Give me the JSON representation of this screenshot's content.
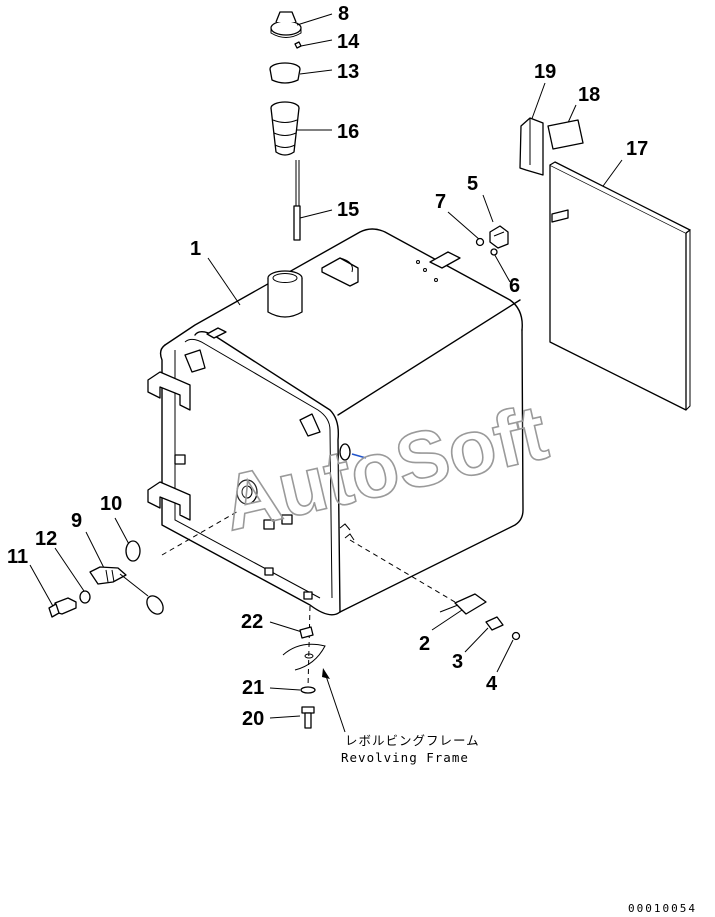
{
  "labels": {
    "p1": "1",
    "p2": "2",
    "p3": "3",
    "p4": "4",
    "p5": "5",
    "p6": "6",
    "p7": "7",
    "p8": "8",
    "p9": "9",
    "p10": "10",
    "p11": "11",
    "p12": "12",
    "p13": "13",
    "p14": "14",
    "p15": "15",
    "p16": "16",
    "p17": "17",
    "p18": "18",
    "p19": "19",
    "p20": "20",
    "p21": "21",
    "p22": "22"
  },
  "note": {
    "jp": "レボルビングフレーム",
    "en": "Revolving Frame"
  },
  "watermark": "AutoSoft",
  "drawing_code": "00010054",
  "colors": {
    "ink": "#000000",
    "watermark": "#9a9a9a",
    "accent": "#2255cc"
  }
}
